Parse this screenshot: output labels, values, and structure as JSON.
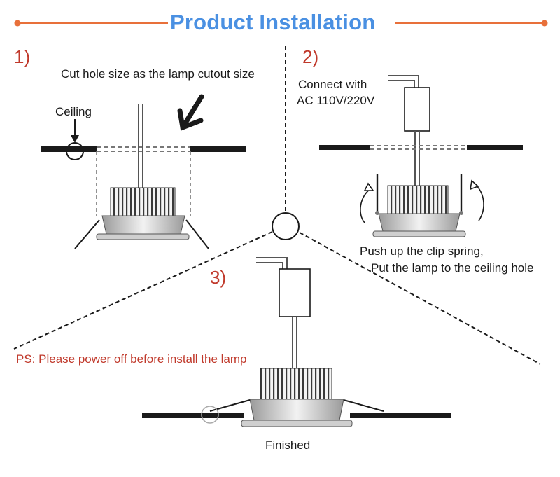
{
  "title": "Product Installation",
  "colors": {
    "title": "#4a90e2",
    "accent_line": "#e8703a",
    "step_number": "#c0392b",
    "warning": "#c0392b",
    "line": "#1a1a1a"
  },
  "steps": [
    {
      "number": "1)",
      "labels": {
        "instruction": "Cut hole size as the lamp cutout size",
        "ceiling": "Ceiling"
      },
      "icons": [
        "arrow-down-icon",
        "big-arrow-icon"
      ]
    },
    {
      "number": "2)",
      "labels": {
        "connect_1": "Connect with",
        "connect_2": "AC 110V/220V",
        "push_1": "Push up the clip spring,",
        "push_2": "Put the lamp to the ceiling hole"
      },
      "icons": [
        "rotate-arrow-icon"
      ]
    },
    {
      "number": "3)",
      "labels": {
        "finished": "Finished"
      }
    }
  ],
  "note": "PS: Please power off before install the lamp"
}
